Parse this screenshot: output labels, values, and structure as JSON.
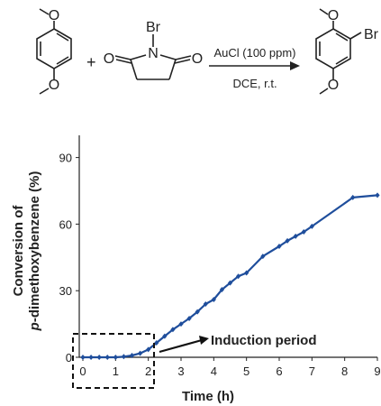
{
  "reaction": {
    "substituent_o": "O",
    "plus": "+",
    "bromine": "Br",
    "nitrogen": "N",
    "carbonyl_o": "O",
    "catalyst": "AuCl (100 ppm)",
    "conditions": "DCE, r.t."
  },
  "colors": {
    "series": "#1f4e9c",
    "axis": "#222222",
    "box": "#111111"
  },
  "chart_data": {
    "type": "line",
    "xlabel": "Time (h)",
    "ylabel_line1": "Conversion of",
    "ylabel_line2": "p-dimethoxybenzene (%)",
    "ylabel_italic_prefix": "p",
    "ylabel_rest": "-dimethoxybenzene (%)",
    "xlim": [
      0,
      9
    ],
    "ylim": [
      0,
      100
    ],
    "x_ticks": [
      0,
      1,
      2,
      3,
      4,
      5,
      6,
      7,
      8,
      9
    ],
    "x_tick_labels": [
      "0",
      "1",
      "2",
      "3",
      "4",
      "5",
      "6",
      "7",
      "8",
      "9"
    ],
    "y_ticks": [
      0,
      30,
      60,
      90
    ],
    "y_tick_labels": [
      "0",
      "30",
      "60",
      "90"
    ],
    "grid": false,
    "annotation": "Induction period",
    "series": [
      {
        "x": [
          0,
          0.25,
          0.5,
          0.75,
          1.0,
          1.25,
          1.5,
          1.75,
          2.0,
          2.25,
          2.5,
          2.75,
          3.0,
          3.25,
          3.5,
          3.75,
          4.0,
          4.25,
          4.5,
          4.75,
          5.0,
          5.5,
          6.0,
          6.25,
          6.5,
          6.75,
          7.0,
          8.25,
          9.0
        ],
        "y": [
          0,
          0,
          0,
          0,
          0,
          0.3,
          0.8,
          1.8,
          3.5,
          6.5,
          9.5,
          12.5,
          15,
          17.5,
          20.5,
          24,
          26,
          30.5,
          33.5,
          36.5,
          38,
          45.5,
          50,
          52.5,
          54.5,
          56.5,
          59,
          72,
          73
        ]
      }
    ]
  }
}
